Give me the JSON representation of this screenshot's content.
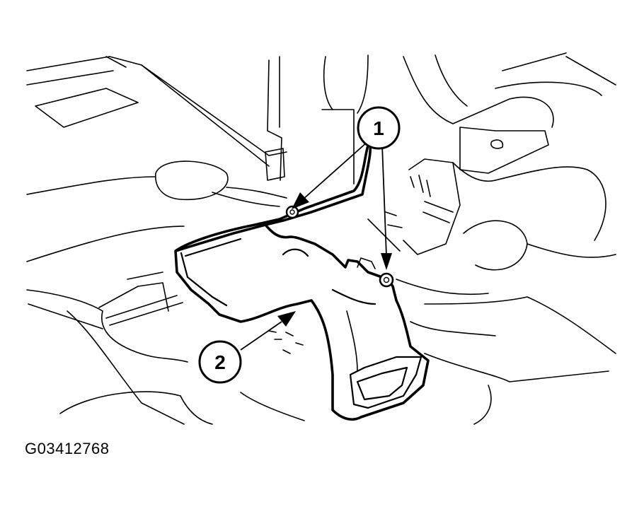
{
  "callouts": [
    {
      "id": "1",
      "label": "1"
    },
    {
      "id": "2",
      "label": "2"
    }
  ],
  "figure_code": "G03412768",
  "colors": {
    "line": "#000000",
    "background": "#ffffff"
  }
}
